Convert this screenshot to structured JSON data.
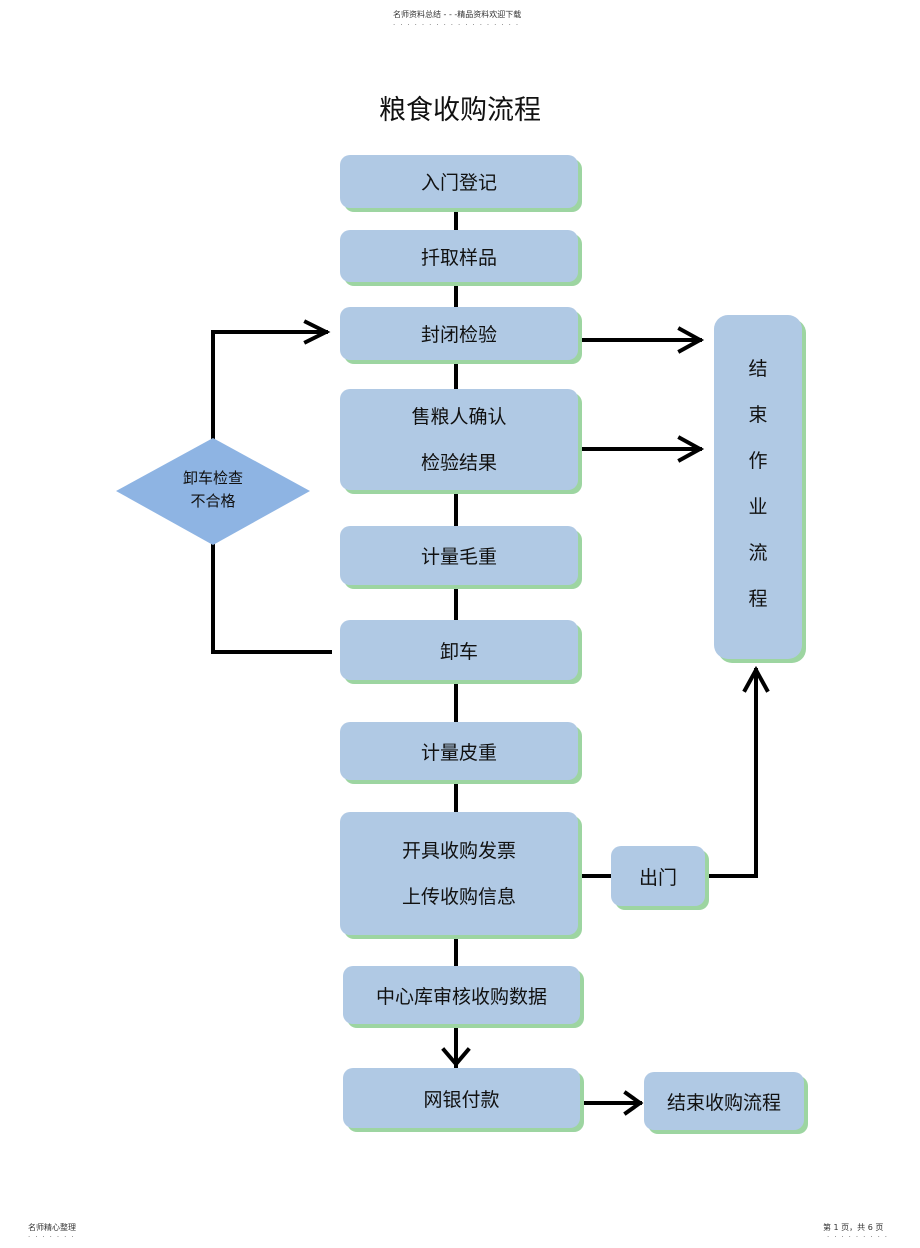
{
  "header": {
    "top_center": "名师资料总结 - - -精品资料欢迎下载",
    "bottom_left": "名师精心整理",
    "bottom_right": "第 1 页，共 6 页"
  },
  "title": "粮食收购流程",
  "steps": {
    "entry_registration": "入门登记",
    "sampling": "扦取样品",
    "sealed_inspection": "封闭检验",
    "seller_confirm_line1": "售粮人确认",
    "seller_confirm_line2": "检验结果",
    "gross_weight": "计量毛重",
    "unloading": "卸车",
    "tare_weight": "计量皮重",
    "invoice_line1": "开具收购发票",
    "invoice_line2": "上传收购信息",
    "center_review": "中心库审核收购数据",
    "bank_payment": "网银付款",
    "end_purchase": "结束收购流程",
    "exit": "出门"
  },
  "decision": {
    "line1": "卸车检查",
    "line2": "不合格"
  },
  "end_operation": [
    "结",
    "束",
    "作",
    "业",
    "流",
    "程"
  ],
  "colors": {
    "box_fill": "#b0c9e4",
    "box_shadow": "#9dd5a1",
    "diamond_fill": "#8eb4e3",
    "line": "#000000"
  }
}
